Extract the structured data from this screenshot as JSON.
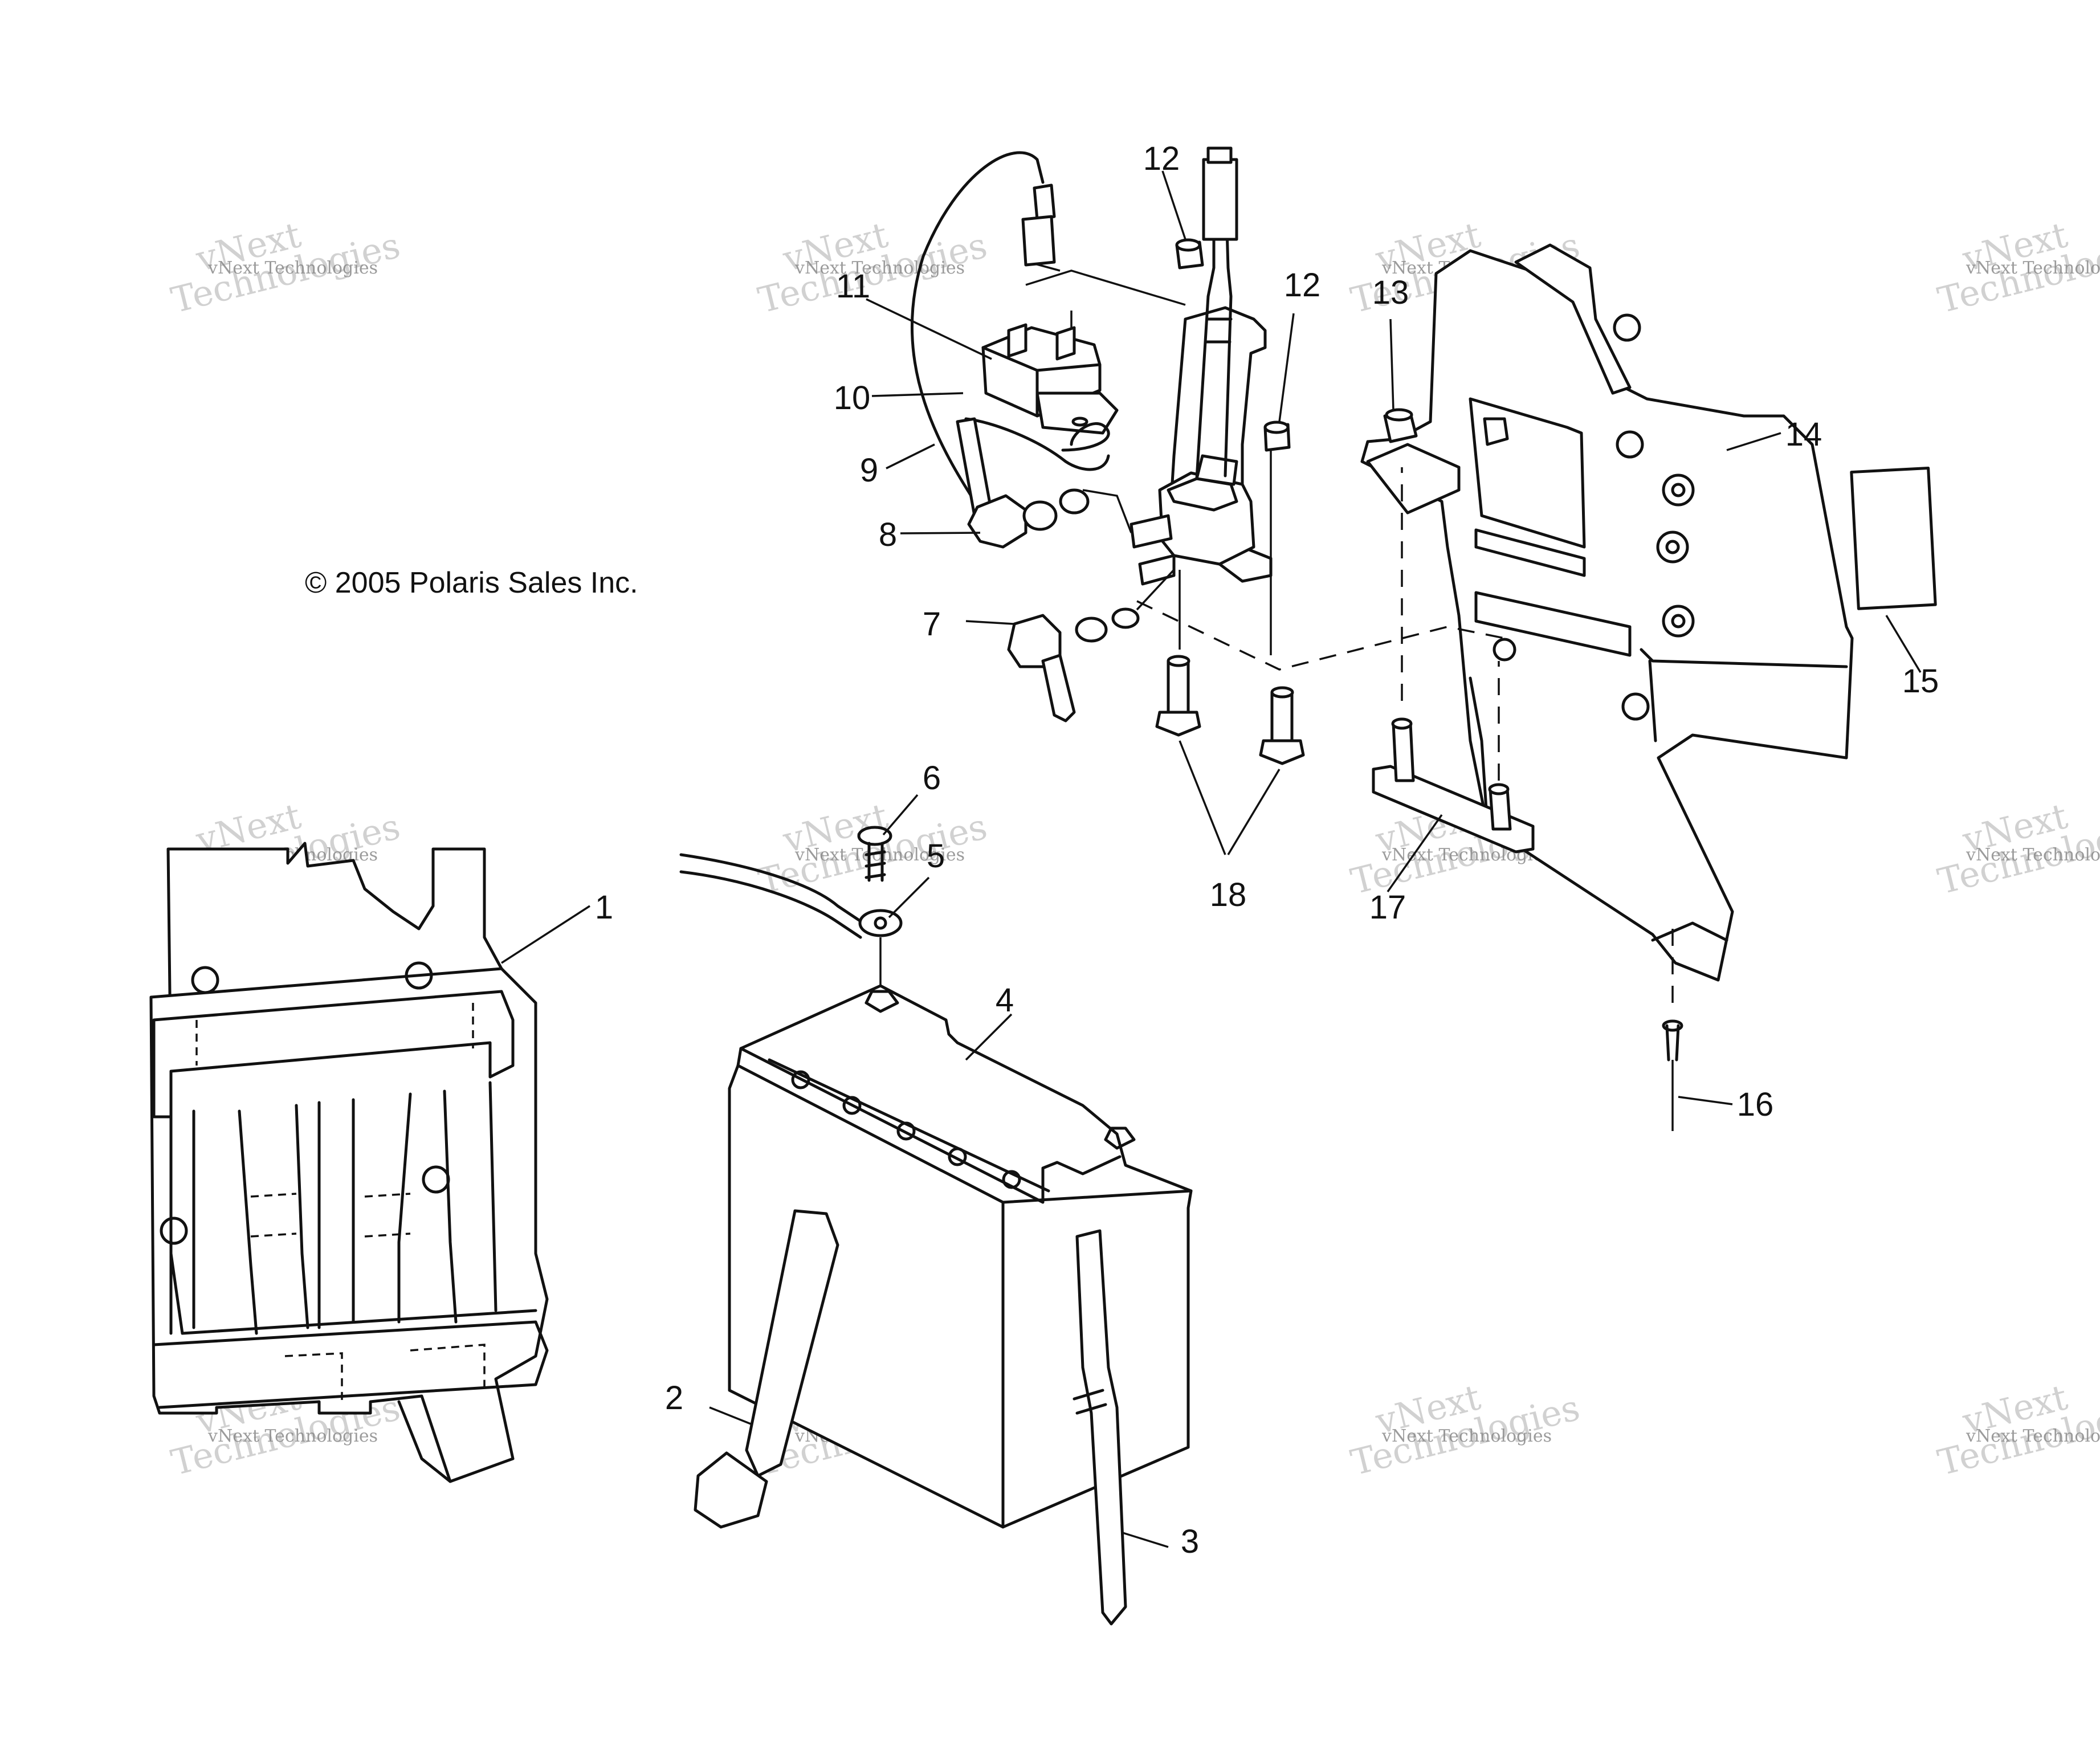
{
  "copyright": "© 2005 Polaris Sales Inc.",
  "watermark": {
    "line_small": "vNext Technologies",
    "line_big_1": "vNext",
    "line_big_2": "Technologies"
  },
  "callouts": {
    "c1": "1",
    "c2": "2",
    "c3": "3",
    "c4": "4",
    "c5": "5",
    "c6": "6",
    "c7": "7",
    "c8": "8",
    "c9": "9",
    "c10": "10",
    "c11": "11",
    "c12a": "12",
    "c12b": "12",
    "c13": "13",
    "c14": "14",
    "c15": "15",
    "c16": "16",
    "c17": "17",
    "c18": "18"
  }
}
